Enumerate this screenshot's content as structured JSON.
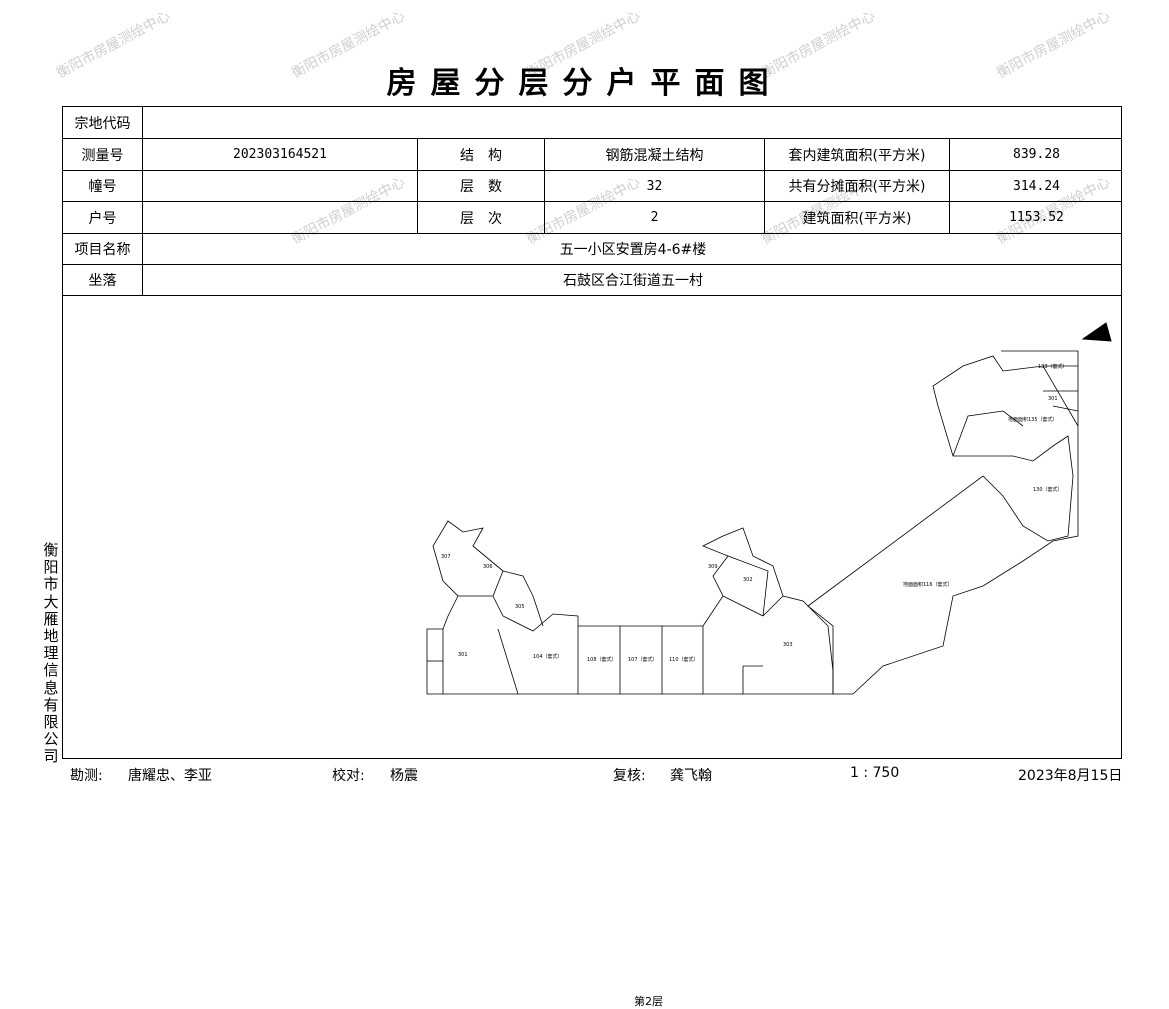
{
  "title": "房屋分层分户平面图",
  "table": {
    "parcel_code_label": "宗地代码",
    "parcel_code_value": "",
    "survey_no_label": "测量号",
    "survey_no_value": "202303164521",
    "structure_label": "结　构",
    "structure_value": "钢筋混凝土结构",
    "inner_area_label": "套内建筑面积(平方米)",
    "inner_area_value": "839.28",
    "building_no_label": "幢号",
    "building_no_value": "",
    "floors_label": "层　数",
    "floors_value": "32",
    "shared_area_label": "共有分摊面积(平方米)",
    "shared_area_value": "314.24",
    "unit_no_label": "户号",
    "unit_no_value": "",
    "floor_label": "层　次",
    "floor_value": "2",
    "building_area_label": "建筑面积(平方米)",
    "building_area_value": "1153.52",
    "project_label": "项目名称",
    "project_value": "五一小区安置房4-6#楼",
    "location_label": "坐落",
    "location_value": "石鼓区合江街道五一村"
  },
  "drawing": {
    "floor_caption": "第2层",
    "units": [
      "307",
      "306",
      "305",
      "301",
      "104（套式）",
      "108（套式）",
      "107（套式）",
      "110（套式）",
      "309",
      "302",
      "303",
      "地面面积116（套式）",
      "130（套式）",
      "地面面积135（套式）",
      "133（套式）",
      "301"
    ]
  },
  "side_org": "衡阳市大雁地理信息有限公司",
  "footer": {
    "survey_label": "勘测:",
    "survey_value": "唐耀忠、李亚",
    "proof_label": "校对:",
    "proof_value": "杨震",
    "review_label": "复核:",
    "review_value": "龚飞翰",
    "scale": "1 : 750",
    "date": "2023年8月15日"
  },
  "watermark": "衡阳市房屋测绘中心"
}
